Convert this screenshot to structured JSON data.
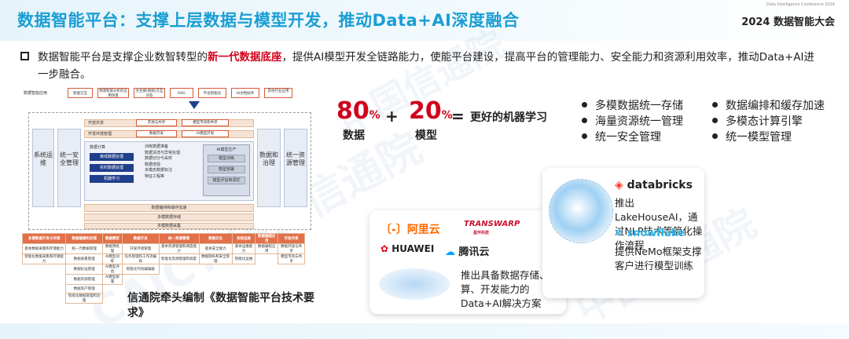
{
  "header": {
    "title": "数据智能平台：支撑上层数据与模型开发，推动Data+AI深度融合",
    "small_text": "Data Intelligence Conference 2024",
    "brand": "2024 数据智能大会"
  },
  "intro": {
    "before": "数据智能平台是支撑企业数智转型的",
    "highlight": "新一代数据底座",
    "after": "，提供AI模型开发全链路能力，使能平台建设，提高平台的管理能力、安全能力和资源利用效率，推动Data+AI进一步融合。"
  },
  "diagram": {
    "top_label": "数据智能应用",
    "top_boxes": [
      "智能交互",
      "预测智能分析的应用场景",
      "文生图(视频)交互问答",
      "RAG",
      "平台智能化",
      "AI文档助手",
      "其他行业应用"
    ],
    "left_side": "系统运维",
    "left_side2": "统一安全管理",
    "right_side": "数据和治理",
    "right_side2": "统一资源管理",
    "band1": {
      "label": "开放共享",
      "boxes": [
        "开放与共享",
        "模型市场和共享"
      ]
    },
    "band2": {
      "label": "开发环境管理",
      "boxes": [
        "数据开发",
        "AI模型开发"
      ]
    },
    "left_panel_title": "数据计算",
    "left_panel_items": [
      "离线数据处理",
      "实时数据处理",
      "机器学习"
    ],
    "mid_title": "训练数据准备",
    "mid_items": [
      "数据清洗与异常处理",
      "数据切分与采样",
      "数据增强",
      "多模态数据标注",
      "特征工程等"
    ],
    "right_panel_title": "AI模型生产",
    "right_panel_items": [
      "模型训练",
      "模型部署",
      "模型评估和调优"
    ],
    "bottom_bands": [
      "数据编排和缓存加速",
      "多模数据存储",
      "多模数据采集"
    ],
    "table_header": [
      "多模数据开发与存储",
      "数据编辑和治理",
      "数据模型",
      "数据开发",
      "统一资源管理",
      "数据安全",
      "系统运维",
      "数据编程应用",
      "开放共享"
    ],
    "table_rows": [
      [
        "基本数据采集和存储能力",
        "统一元数据管理",
        "数据预处理",
        "开发环境管理",
        "基本资源管理和调度能力",
        "基本安全能力",
        "基本运维能力",
        "数据编程应用",
        "数据开放与共享"
      ],
      [
        "智能化数据采集和存储能力",
        "数据质量管理",
        "AI模型训练",
        "任务管理和工作流编排",
        "智能化资源管理和调度",
        "数据隐私和安全管理",
        "智能化运维",
        "",
        "模型市场与共享"
      ],
      [
        "",
        "数据标准管理",
        "AI模型评估",
        "智能化代码编辑器",
        "",
        "",
        "",
        "",
        ""
      ],
      [
        "",
        "数据资源管理",
        "AI模型部署",
        "",
        "",
        "",
        "",
        "",
        ""
      ],
      [
        "",
        "数据资产管理",
        "",
        "",
        "",
        "",
        "",
        "",
        ""
      ],
      [
        "",
        "智能化数据管理和治理",
        "",
        "",
        "",
        "",
        "",
        "",
        ""
      ]
    ]
  },
  "caption": "信通院牵头编制《数据智能平台技术要求》",
  "stats": {
    "a_num": "80",
    "a_pct": "%",
    "a_label": "数据",
    "plus": "+",
    "b_num": "20",
    "b_pct": "%",
    "b_label": "模型",
    "eq": "=",
    "result": "更好的机器学习"
  },
  "bullets_col1": [
    "多模数据统一存储",
    "海量资源统一管理",
    "统一安全管理"
  ],
  "bullets_col2": [
    "数据编排和缓存加速",
    "多模态计算引擎",
    "统一模型管理"
  ],
  "vendors_left": {
    "logos": [
      "阿里云",
      "TRANSWARP",
      "星环科技",
      "HUAWEI",
      "腾讯云"
    ],
    "text": "推出具备数据存储、计算、开发能力的Data+AI解决方案"
  },
  "vendors_right": {
    "databricks": "databricks",
    "databricks_text": "推出LakeHouseAI，通过NLP技术等简化操作流程",
    "snowflake": "snowflake",
    "snowflake_text": "提供NeMo框架支撑客户进行模型训练"
  },
  "watermark": [
    "中国信通院",
    "CAICT 中国信通院"
  ],
  "colors": {
    "title_blue": "#1a9ed4",
    "highlight_red": "#d0021b",
    "diagram_navy": "#1f3e8c",
    "diagram_orange": "#e2704a"
  }
}
